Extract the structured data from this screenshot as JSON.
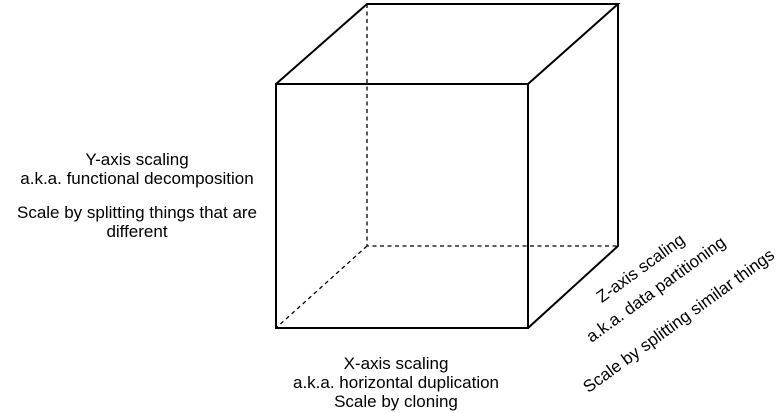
{
  "colors": {
    "background": "#ffffff",
    "line": "#000000",
    "text": "#000000"
  },
  "diagram": {
    "type": "scale-cube",
    "labels": {
      "y_axis": {
        "title": "Y-axis scaling",
        "aka": "a.k.a. functional decomposition",
        "description": "Scale by splitting things that are different"
      },
      "x_axis": {
        "title": "X-axis scaling",
        "aka": "a.k.a. horizontal duplication",
        "description": "Scale by cloning"
      },
      "z_axis": {
        "title": "Z-axis scaling",
        "aka": "a.k.a. data partitioning",
        "description": "Scale by splitting similar things"
      }
    }
  }
}
